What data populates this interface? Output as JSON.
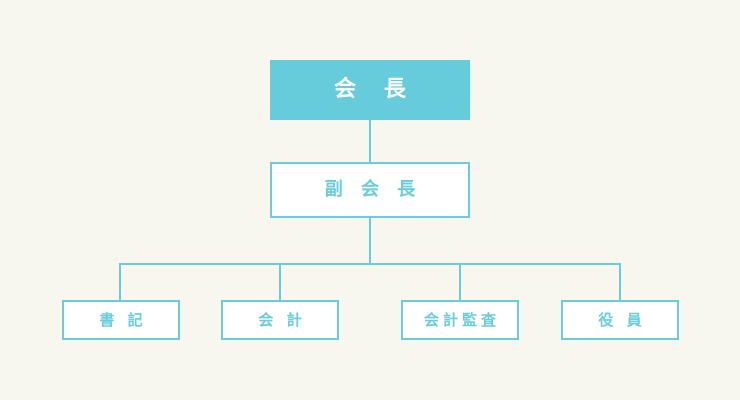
{
  "diagram": {
    "title": "organization-chart",
    "colors": {
      "background": "#f7f6ef",
      "accent": "#66cbda",
      "border": "#6bccdc",
      "filled_text": "#ffffff",
      "outline_text": "#6bccdc",
      "node_fill": "#ffffff"
    },
    "nodes": {
      "president": {
        "label": "会 長"
      },
      "vice_president": {
        "label": "副 会 長"
      },
      "leaves": [
        {
          "label": "書 記"
        },
        {
          "label": "会 計"
        },
        {
          "label": "会計監査"
        },
        {
          "label": "役 員"
        }
      ]
    }
  }
}
